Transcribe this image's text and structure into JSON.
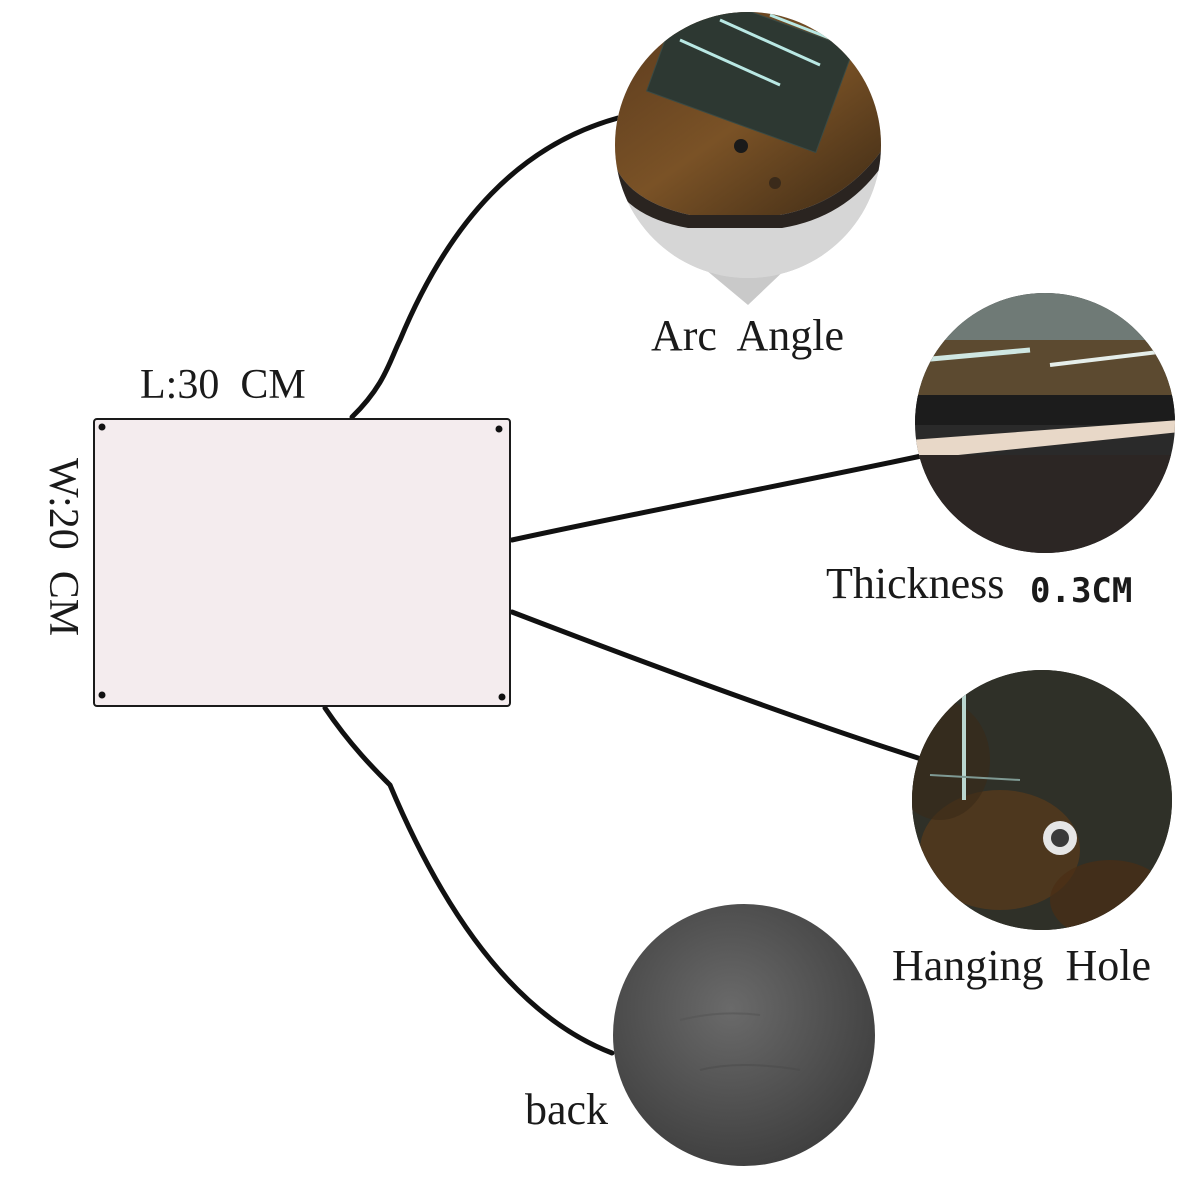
{
  "plate": {
    "length_label": "L:30  CM",
    "width_label": "W:20  CM",
    "color": "#f4ecee"
  },
  "details": [
    {
      "label": "Arc  Angle"
    },
    {
      "label": "Thickness",
      "value": "0.3CM"
    },
    {
      "label": "Hanging  Hole"
    },
    {
      "label": "back"
    }
  ]
}
